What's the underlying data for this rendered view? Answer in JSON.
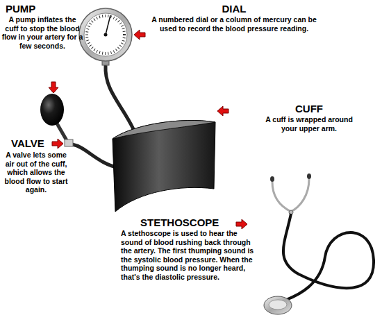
{
  "diagram": {
    "labels": [
      "PUMP",
      "A pump inflates the cuff to stop the blood flow in your artery for a few seconds.",
      "DIAL",
      "A numbered dial or a column of mercury can be used to record the blood pressure reading.",
      "CUFF",
      "A cuff is wrapped around your upper arm.",
      "VALVE",
      "A valve lets some air out of the cuff, which allows the blood flow to start again.",
      "STETHOSCOPE",
      "A stethoscope is used to hear the sound of blood rushing back through the artery. The first thumping sound is the systolic blood pressure. When the thumping sound is no longer heard, that's the diastolic pressure."
    ]
  }
}
